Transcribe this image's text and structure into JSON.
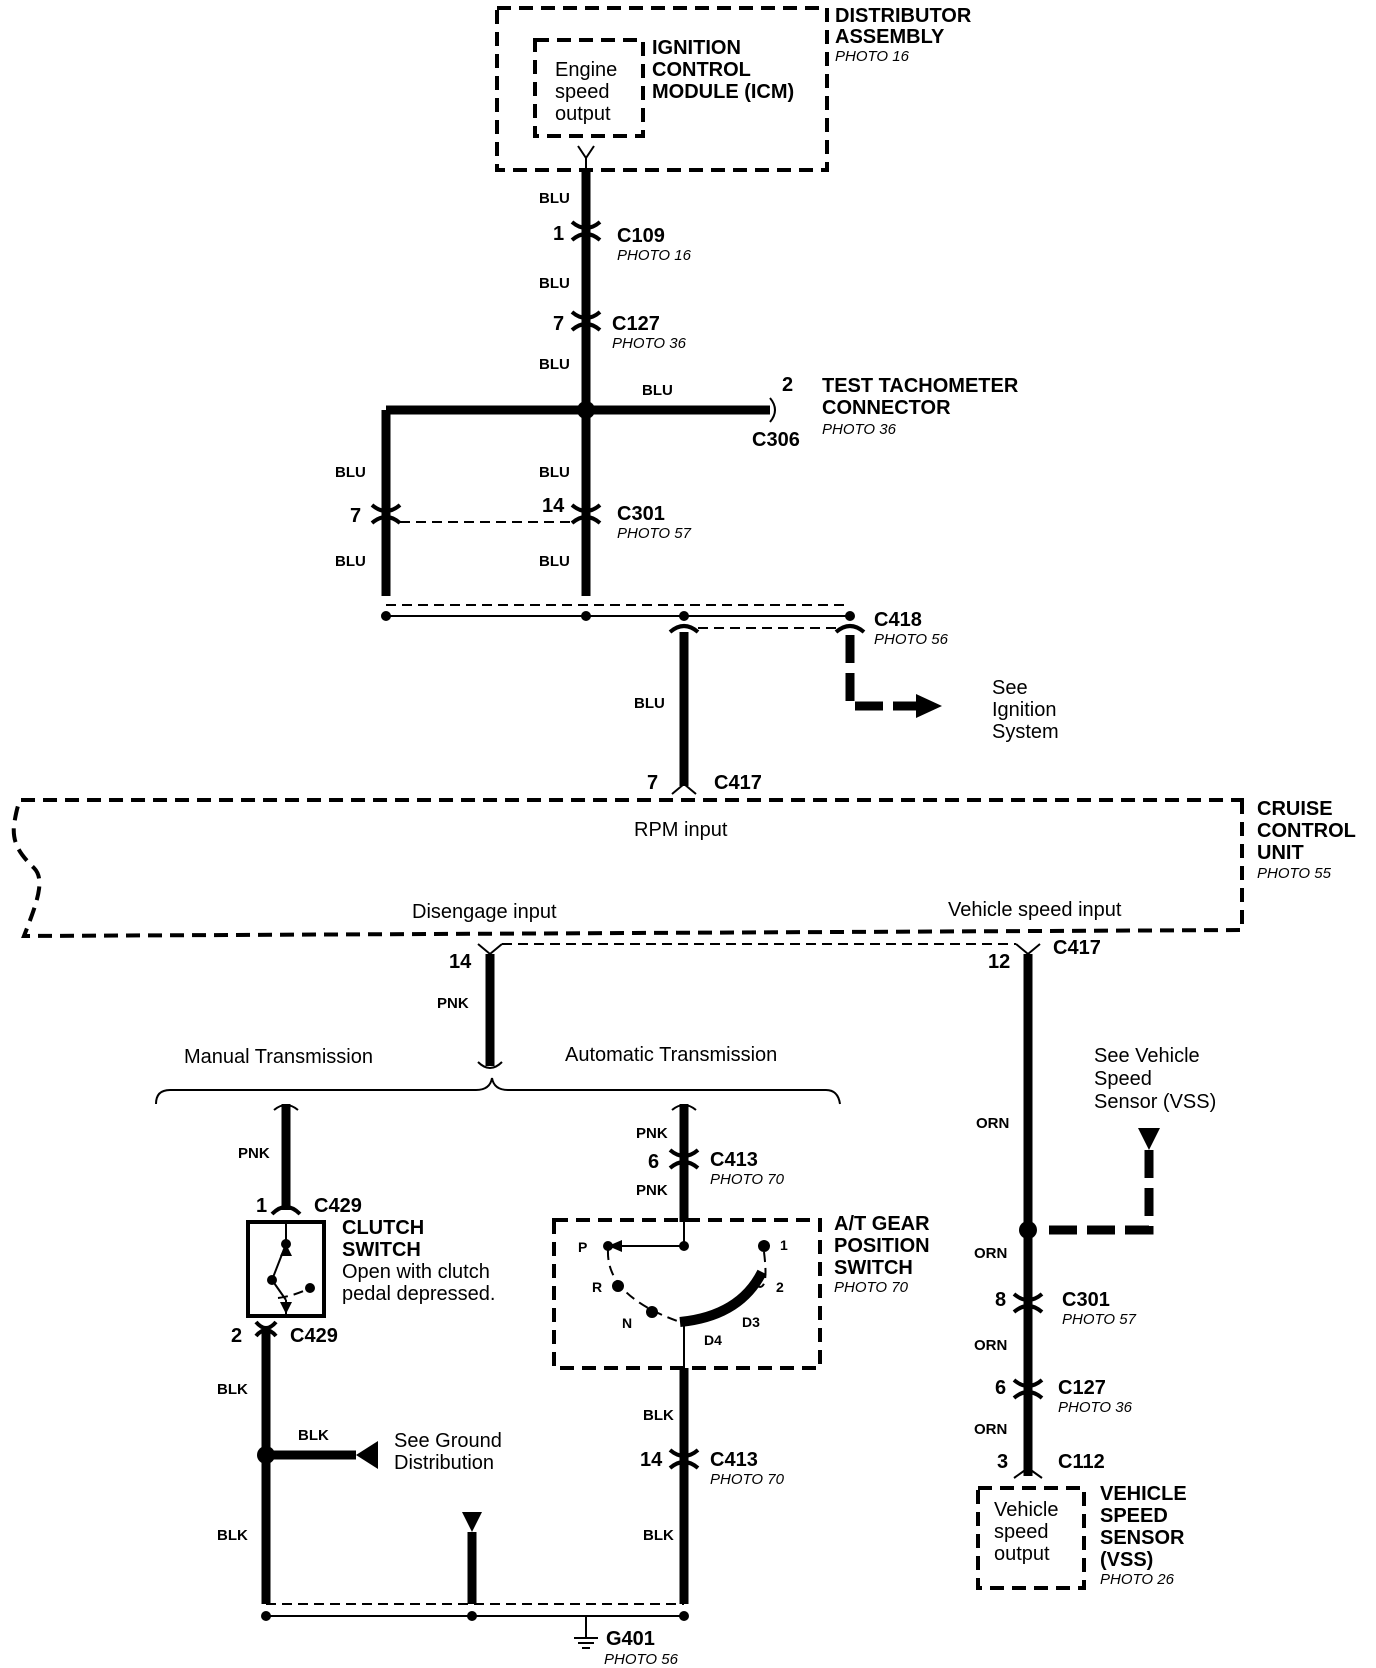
{
  "distributor": {
    "title1": "DISTRIBUTOR",
    "title2": "ASSEMBLY",
    "photo": "PHOTO 16"
  },
  "icm": {
    "title1": "IGNITION",
    "title2": "CONTROL",
    "title3": "MODULE (ICM)",
    "out1": "Engine",
    "out2": "speed",
    "out3": "output"
  },
  "wire_colors": {
    "blu": "BLU",
    "pnk": "PNK",
    "blk": "BLK",
    "orn": "ORN"
  },
  "c109": {
    "id": "C109",
    "pin": "1",
    "photo": "PHOTO 16"
  },
  "c127_top": {
    "id": "C127",
    "pin": "7",
    "photo": "PHOTO 36"
  },
  "tach": {
    "title1": "TEST TACHOMETER",
    "title2": "CONNECTOR",
    "photo": "PHOTO 36",
    "pin": "2",
    "conn": "C306"
  },
  "c301_top": {
    "id": "C301",
    "pin_left": "7",
    "pin_right": "14",
    "photo": "PHOTO 57"
  },
  "c418": {
    "id": "C418",
    "photo": "PHOTO 56"
  },
  "ignition_ref": {
    "l1": "See",
    "l2": "Ignition",
    "l3": "System"
  },
  "c417_top": {
    "id": "C417",
    "pin": "7"
  },
  "cruise": {
    "title1": "CRUISE",
    "title2": "CONTROL",
    "title3": "UNIT",
    "photo": "PHOTO 55",
    "rpm": "RPM input",
    "disengage": "Disengage input",
    "vss_in": "Vehicle speed input"
  },
  "c417_mid": {
    "pin_left": "14",
    "pin_right": "12",
    "id": "C417"
  },
  "trans": {
    "manual": "Manual Transmission",
    "automatic": "Automatic Transmission"
  },
  "vss_ref": {
    "l1": "See Vehicle",
    "l2": "Speed",
    "l3": "Sensor (VSS)"
  },
  "c429": {
    "id": "C429",
    "pin_top": "1",
    "pin_bottom": "2"
  },
  "clutch": {
    "title1": "CLUTCH",
    "title2": "SWITCH",
    "desc1": "Open with clutch",
    "desc2": "pedal depressed."
  },
  "c413_top": {
    "id": "C413",
    "pin": "6",
    "photo": "PHOTO 70"
  },
  "atgear": {
    "title1": "A/T GEAR",
    "title2": "POSITION",
    "title3": "SWITCH",
    "photo": "PHOTO 70",
    "pos": {
      "p": "P",
      "r": "R",
      "n": "N",
      "d4": "D4",
      "d3": "D3",
      "two": "2",
      "one": "1"
    }
  },
  "c413_bot": {
    "id": "C413",
    "pin": "14",
    "photo": "PHOTO 70"
  },
  "ground_ref": {
    "l1": "See Ground",
    "l2": "Distribution"
  },
  "g401": {
    "id": "G401",
    "photo": "PHOTO 56"
  },
  "c301_bot": {
    "id": "C301",
    "pin": "8",
    "photo": "PHOTO 57"
  },
  "c127_bot": {
    "id": "C127",
    "pin": "6",
    "photo": "PHOTO 36"
  },
  "c112": {
    "id": "C112",
    "pin": "3"
  },
  "vss": {
    "title1": "VEHICLE",
    "title2": "SPEED",
    "title3": "SENSOR",
    "title4": "(VSS)",
    "photo": "PHOTO 26",
    "out1": "Vehicle",
    "out2": "speed",
    "out3": "output"
  }
}
